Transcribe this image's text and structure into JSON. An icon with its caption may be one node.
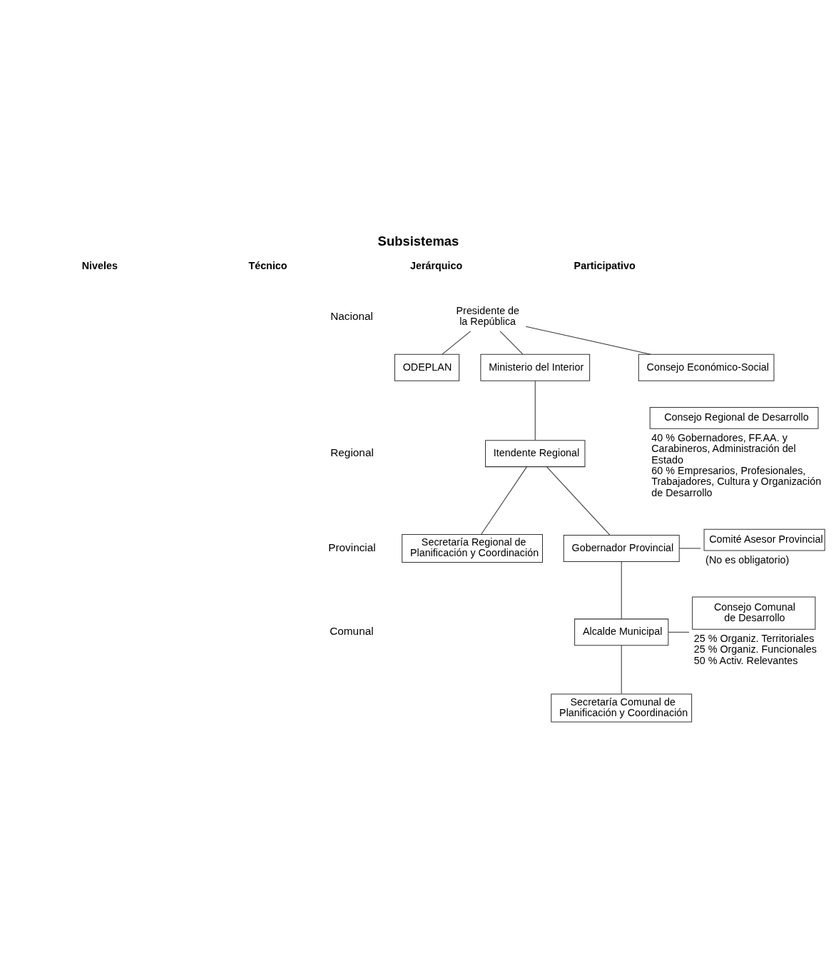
{
  "diagram": {
    "title": "Subsistemas",
    "nodes": [
      {
        "text": [
          "Presidente de la República"
        ]
      },
      {
        "text": [
          "ODEPLAN"
        ]
      },
      {
        "text": [
          "Ministerio del Interior"
        ]
      },
      {
        "text": [
          "Consejo Económico-Social"
        ]
      },
      {
        "text": [
          "Itendente Regional"
        ]
      },
      {
        "text": [
          "Consejo Regional de Desarrollo"
        ],
        "beside": [
          "40 % Gobernadores, FF.AA. y Carabineros, Administración del Estado",
          "60 % Empresarios, Profesionales, Trabajadores, Cultura y Organización de Desarrollo"
        ]
      },
      {
        "text": [
          "Secretaría Regional de Planificación y Coordinación"
        ]
      },
      {
        "text": [
          "Gobernador Provincial"
        ]
      },
      {
        "text": [
          "Comité Asesor Provincial"
        ],
        "beside": [
          "(No es obligatorio)"
        ]
      },
      {
        "text": [
          "Alcalde Municipal"
        ]
      },
      {
        "text": [
          "Consejo Comunal de Desarrollo"
        ],
        "beside": [
          "25 % Organiz. Territoriales",
          "25 % Organiz. Funcionales",
          "50 % Activ. Relevantes"
        ]
      },
      {
        "text": [
          "Secretaría Comunal de Planificación y Coordinación"
        ]
      }
    ],
    "edges": [
      {
        "from": 0,
        "to": 1,
        "arrow": "none"
      },
      {
        "from": 0,
        "to": 2,
        "arrow": "none"
      },
      {
        "from": 0,
        "to": 3,
        "arrow": "none"
      },
      {
        "from": 2,
        "to": 4,
        "arrow": "none"
      },
      {
        "from": 4,
        "to": 6,
        "arrow": "none"
      },
      {
        "from": 4,
        "to": 7,
        "arrow": "none"
      },
      {
        "from": 7,
        "to": 8,
        "arrow": "none"
      },
      {
        "from": 7,
        "to": 9,
        "arrow": "none"
      },
      {
        "from": 9,
        "to": 10,
        "arrow": "none"
      },
      {
        "from": 9,
        "to": 11,
        "arrow": "none"
      }
    ],
    "labels": [
      "Niveles",
      "Técnico",
      "Jerárquico",
      "Participativo",
      "Nacional",
      "Regional",
      "Provincial",
      "Comunal"
    ]
  }
}
